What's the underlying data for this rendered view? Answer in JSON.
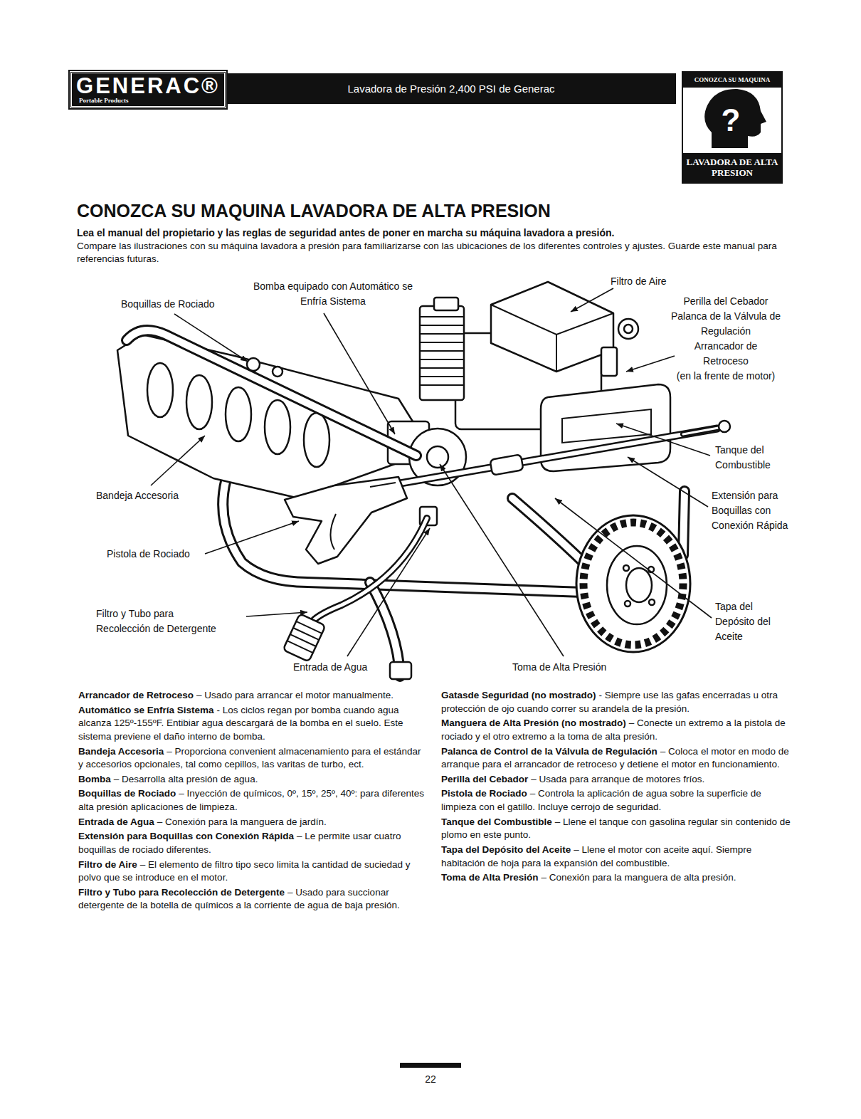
{
  "diagram": {
    "title": "CONOZCA SU MAQUINA LAVADORA DE ALTA PRESION",
    "nodes": [
      {
        "text": [
          "GENERAC®",
          "Portable Products"
        ]
      },
      {
        "text": [
          "Lavadora de Presión 2,400 PSI de Generac"
        ]
      },
      {
        "text": [
          "CONOZCA SU MAQUINA",
          "?",
          "LAVADORA DE ALTA PRESION"
        ]
      }
    ],
    "labels": [
      "Lea el manual del propietario y las reglas de seguridad antes de poner en marcha su máquina lavadora a presión.",
      "Compare las ilustraciones con su máquina lavadora a presión para familiarizarse con las ubicaciones de los diferentes controles y ajustes. Guarde este manual para referencias futuras.",
      "Boquillas de Rociado",
      "Bomba equipado con Automático se Enfría Sistema",
      "Filtro de Aire",
      "Perilla del Cebador",
      "Palanca de la Válvula de Regulación",
      "Arrancador de Retroceso",
      "(en la frente de motor)",
      "Tanque del Combustible",
      "Extensión para Boquillas con Conexión Rápida",
      "Tapa del Depósito del Aceite",
      "Toma de Alta Presión",
      "Entrada de Agua",
      "Filtro y Tubo para Recolección de Detergente",
      "Pistola de Rociado",
      "Bandeja Accesoria",
      "Arrancador de Retroceso",
      "– Usado para arrancar el motor manualmente.",
      "Automático se Enfría Sistema",
      "- Los ciclos regan por bomba cuando agua alcanza 125º-155ºF. Entibiar agua descargará de la bomba en el suelo. Este sistema previene el daño interno de bomba.",
      "Bandeja Accesoria",
      "– Proporciona convenient almacenamiento para el estándar y accesorios opcionales, tal como cepillos, las varitas de turbo, ect.",
      "Bomba",
      "– Desarrolla alta presión de agua.",
      "Boquillas de Rociado",
      "– Inyección de químicos, 0º, 15º, 25º, 40º: para diferentes alta presión aplicaciones de limpieza.",
      "Entrada de Agua",
      "– Conexión para la manguera de jardín.",
      "Extensión para Boquillas con Conexión Rápida",
      "– Le permite usar cuatro boquillas de rociado diferentes.",
      "Filtro de Aire",
      "– El elemento de filtro tipo seco limita la cantidad de suciedad y polvo que se introduce en el motor.",
      "Filtro y Tubo para Recolección de Detergente",
      "– Usado para succionar detergente de la botella de químicos a la corriente de agua de baja presión.",
      "Gatasde Seguridad (no mostrado)",
      "- Siempre use las gafas encerradas u otra protección de ojo cuando correr su arandela de la presión.",
      "Manguera de Alta Presión (no mostrado)",
      "– Conecte un extremo a la pistola de rociado y el otro extremo a la toma de alta presión.",
      "Palanca de Control de la Válvula de Regulación",
      "– Coloca el motor en modo de arranque para el arrancador de retroceso y detiene el motor en funcionamiento.",
      "Perilla del Cebador",
      "– Usada para arranque de motores fríos.",
      "Pistola de Rociado",
      "– Controla la aplicación de agua sobre la superficie de limpieza con el gatillo. Incluye cerrojo de seguridad.",
      "Tanque del Combustible",
      "– Llene el tanque con gasolina regular sin contenido de plomo en este punto.",
      "Tapa del Depósito del Aceite",
      "– Llene el motor con aceite aquí. Siempre habitación de hoja para la expansión del combustible.",
      "Toma de Alta Presión",
      "– Conexión para la manguera de alta presión.",
      "22"
    ]
  }
}
